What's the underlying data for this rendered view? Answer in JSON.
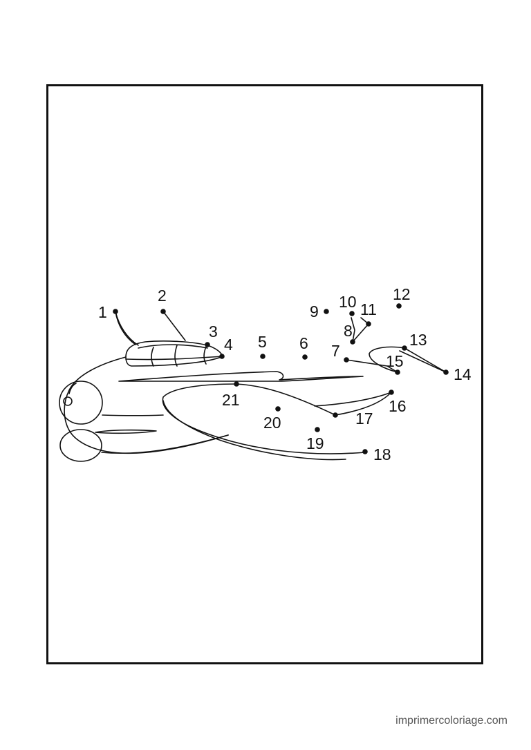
{
  "page": {
    "watermark": "imprimercoloriage.com"
  },
  "puzzle": {
    "dots": [
      {
        "label": "1"
      },
      {
        "label": "2"
      },
      {
        "label": "3"
      },
      {
        "label": "4"
      },
      {
        "label": "5"
      },
      {
        "label": "6"
      },
      {
        "label": "7"
      },
      {
        "label": "8"
      },
      {
        "label": "9"
      },
      {
        "label": "10"
      },
      {
        "label": "11"
      },
      {
        "label": "12"
      },
      {
        "label": "13"
      },
      {
        "label": "14"
      },
      {
        "label": "15"
      },
      {
        "label": "16"
      },
      {
        "label": "17"
      },
      {
        "label": "18"
      },
      {
        "label": "19"
      },
      {
        "label": "20"
      },
      {
        "label": "21"
      }
    ]
  },
  "colors": {
    "ink": "#111111",
    "background": "#ffffff",
    "watermark": "#555555"
  }
}
